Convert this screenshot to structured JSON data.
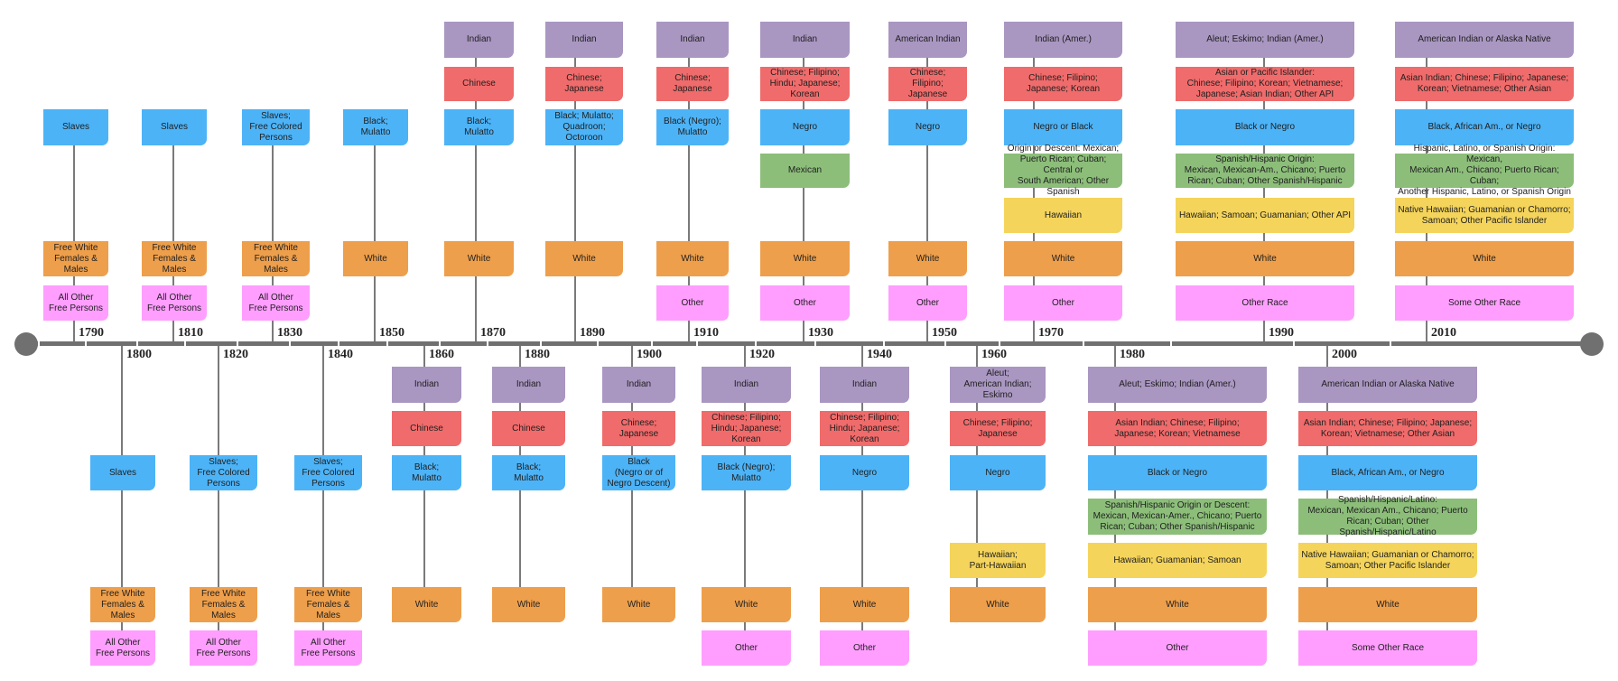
{
  "colors": {
    "indian": "#a996c1",
    "asian": "#f06b6b",
    "black": "#4db3f7",
    "hispanic": "#8cbe7a",
    "pacific": "#f4d45b",
    "white": "#ee9f4b",
    "other": "#ff9eff",
    "axis": "#707070"
  },
  "censuses": [
    {
      "year": "1790",
      "position": "above",
      "categories": [
        {
          "label": "Slaves",
          "group": "black"
        },
        {
          "label": "Free White\nFemales &\nMales",
          "group": "white"
        },
        {
          "label": "All Other\nFree Persons",
          "group": "other"
        }
      ]
    },
    {
      "year": "1800",
      "position": "below",
      "categories": [
        {
          "label": "Slaves",
          "group": "black"
        },
        {
          "label": "Free White\nFemales &\nMales",
          "group": "white"
        },
        {
          "label": "All Other\nFree Persons",
          "group": "other"
        }
      ]
    },
    {
      "year": "1810",
      "position": "above",
      "categories": [
        {
          "label": "Slaves",
          "group": "black"
        },
        {
          "label": "Free White\nFemales &\nMales",
          "group": "white"
        },
        {
          "label": "All Other\nFree Persons",
          "group": "other"
        }
      ]
    },
    {
      "year": "1820",
      "position": "below",
      "categories": [
        {
          "label": "Slaves;\nFree Colored\nPersons",
          "group": "black"
        },
        {
          "label": "Free White\nFemales &\nMales",
          "group": "white"
        },
        {
          "label": "All Other\nFree Persons",
          "group": "other"
        }
      ]
    },
    {
      "year": "1830",
      "position": "above",
      "categories": [
        {
          "label": "Slaves;\nFree Colored\nPersons",
          "group": "black"
        },
        {
          "label": "Free White\nFemales &\nMales",
          "group": "white"
        },
        {
          "label": "All Other\nFree Persons",
          "group": "other"
        }
      ]
    },
    {
      "year": "1840",
      "position": "below",
      "categories": [
        {
          "label": "Slaves;\nFree Colored\nPersons",
          "group": "black"
        },
        {
          "label": "Free White\nFemales &\nMales",
          "group": "white"
        },
        {
          "label": "All Other\nFree Persons",
          "group": "other"
        }
      ]
    },
    {
      "year": "1850",
      "position": "above",
      "categories": [
        {
          "label": "Black;\nMulatto",
          "group": "black"
        },
        {
          "label": "White",
          "group": "white"
        }
      ]
    },
    {
      "year": "1860",
      "position": "below",
      "categories": [
        {
          "label": "Indian",
          "group": "indian"
        },
        {
          "label": "Chinese",
          "group": "asian"
        },
        {
          "label": "Black;\nMulatto",
          "group": "black"
        },
        {
          "label": "White",
          "group": "white"
        }
      ]
    },
    {
      "year": "1870",
      "position": "above",
      "categories": [
        {
          "label": "Indian",
          "group": "indian"
        },
        {
          "label": "Chinese",
          "group": "asian"
        },
        {
          "label": "Black;\nMulatto",
          "group": "black"
        },
        {
          "label": "White",
          "group": "white"
        }
      ]
    },
    {
      "year": "1880",
      "position": "below",
      "categories": [
        {
          "label": "Indian",
          "group": "indian"
        },
        {
          "label": "Chinese",
          "group": "asian"
        },
        {
          "label": "Black;\nMulatto",
          "group": "black"
        },
        {
          "label": "White",
          "group": "white"
        }
      ]
    },
    {
      "year": "1890",
      "position": "above",
      "categories": [
        {
          "label": "Indian",
          "group": "indian"
        },
        {
          "label": "Chinese;\nJapanese",
          "group": "asian"
        },
        {
          "label": "Black; Mulatto;\nQuadroon;\nOctoroon",
          "group": "black"
        },
        {
          "label": "White",
          "group": "white"
        }
      ]
    },
    {
      "year": "1900",
      "position": "below",
      "categories": [
        {
          "label": "Indian",
          "group": "indian"
        },
        {
          "label": "Chinese;\nJapanese",
          "group": "asian"
        },
        {
          "label": "Black\n(Negro or of\nNegro Descent)",
          "group": "black"
        },
        {
          "label": "White",
          "group": "white"
        }
      ]
    },
    {
      "year": "1910",
      "position": "above",
      "categories": [
        {
          "label": "Indian",
          "group": "indian"
        },
        {
          "label": "Chinese;\nJapanese",
          "group": "asian"
        },
        {
          "label": "Black (Negro);\nMulatto",
          "group": "black"
        },
        {
          "label": "White",
          "group": "white"
        },
        {
          "label": "Other",
          "group": "other"
        }
      ]
    },
    {
      "year": "1920",
      "position": "below",
      "categories": [
        {
          "label": "Indian",
          "group": "indian"
        },
        {
          "label": "Chinese; Filipino;\nHindu; Japanese;\nKorean",
          "group": "asian"
        },
        {
          "label": "Black (Negro);\nMulatto",
          "group": "black"
        },
        {
          "label": "White",
          "group": "white"
        },
        {
          "label": "Other",
          "group": "other"
        }
      ]
    },
    {
      "year": "1930",
      "position": "above",
      "categories": [
        {
          "label": "Indian",
          "group": "indian"
        },
        {
          "label": "Chinese; Filipino;\nHindu; Japanese;\nKorean",
          "group": "asian"
        },
        {
          "label": "Negro",
          "group": "black"
        },
        {
          "label": "Mexican",
          "group": "hispanic"
        },
        {
          "label": "White",
          "group": "white"
        },
        {
          "label": "Other",
          "group": "other"
        }
      ]
    },
    {
      "year": "1940",
      "position": "below",
      "categories": [
        {
          "label": "Indian",
          "group": "indian"
        },
        {
          "label": "Chinese; Filipino;\nHindu; Japanese;\nKorean",
          "group": "asian"
        },
        {
          "label": "Negro",
          "group": "black"
        },
        {
          "label": "White",
          "group": "white"
        },
        {
          "label": "Other",
          "group": "other"
        }
      ]
    },
    {
      "year": "1950",
      "position": "above",
      "categories": [
        {
          "label": "American Indian",
          "group": "indian"
        },
        {
          "label": "Chinese;\nFilipino;\nJapanese",
          "group": "asian"
        },
        {
          "label": "Negro",
          "group": "black"
        },
        {
          "label": "White",
          "group": "white"
        },
        {
          "label": "Other",
          "group": "other"
        }
      ]
    },
    {
      "year": "1960",
      "position": "below",
      "categories": [
        {
          "label": "Aleut;\nAmerican Indian;\nEskimo",
          "group": "indian"
        },
        {
          "label": "Chinese; Filipino;\nJapanese",
          "group": "asian"
        },
        {
          "label": "Negro",
          "group": "black"
        },
        {
          "label": "Hawaiian;\nPart-Hawaiian",
          "group": "pacific"
        },
        {
          "label": "White",
          "group": "white"
        }
      ]
    },
    {
      "year": "1970",
      "position": "above",
      "categories": [
        {
          "label": "Indian (Amer.)",
          "group": "indian"
        },
        {
          "label": "Chinese; Filipino;\nJapanese; Korean",
          "group": "asian"
        },
        {
          "label": "Negro or Black",
          "group": "black"
        },
        {
          "label": "Origin or Descent: Mexican;\nPuerto Rican; Cuban; Central or\nSouth American; Other Spanish",
          "group": "hispanic"
        },
        {
          "label": "Hawaiian",
          "group": "pacific"
        },
        {
          "label": "White",
          "group": "white"
        },
        {
          "label": "Other",
          "group": "other"
        }
      ]
    },
    {
      "year": "1980",
      "position": "below",
      "categories": [
        {
          "label": "Aleut; Eskimo; Indian (Amer.)",
          "group": "indian"
        },
        {
          "label": "Asian Indian; Chinese; Filipino;\nJapanese; Korean; Vietnamese",
          "group": "asian"
        },
        {
          "label": "Black or Negro",
          "group": "black"
        },
        {
          "label": "Spanish/Hispanic Origin or Descent:\nMexican, Mexican-Amer., Chicano; Puerto\nRican; Cuban; Other Spanish/Hispanic",
          "group": "hispanic"
        },
        {
          "label": "Hawaiian; Guamanian; Samoan",
          "group": "pacific"
        },
        {
          "label": "White",
          "group": "white"
        },
        {
          "label": "Other",
          "group": "other"
        }
      ]
    },
    {
      "year": "1990",
      "position": "above",
      "categories": [
        {
          "label": "Aleut; Eskimo; Indian (Amer.)",
          "group": "indian"
        },
        {
          "label": "Asian or Pacific Islander:\nChinese; Filipino; Korean; Vietnamese;\nJapanese; Asian Indian; Other API",
          "group": "asian"
        },
        {
          "label": "Black or Negro",
          "group": "black"
        },
        {
          "label": "Spanish/Hispanic Origin:\nMexican, Mexican-Am., Chicano; Puerto\nRican; Cuban; Other Spanish/Hispanic",
          "group": "hispanic"
        },
        {
          "label": "Hawaiian; Samoan; Guamanian; Other API",
          "group": "pacific"
        },
        {
          "label": "White",
          "group": "white"
        },
        {
          "label": "Other Race",
          "group": "other"
        }
      ]
    },
    {
      "year": "2000",
      "position": "below",
      "categories": [
        {
          "label": "American Indian or Alaska Native",
          "group": "indian"
        },
        {
          "label": "Asian Indian; Chinese; Filipino; Japanese;\nKorean; Vietnamese; Other Asian",
          "group": "asian"
        },
        {
          "label": "Black, African Am., or Negro",
          "group": "black"
        },
        {
          "label": "Spanish/Hispanic/Latino:\nMexican, Mexican Am., Chicano; Puerto\nRican; Cuban; Other Spanish/Hispanic/Latino",
          "group": "hispanic"
        },
        {
          "label": "Native Hawaiian; Guamanian or Chamorro;\nSamoan; Other Pacific Islander",
          "group": "pacific"
        },
        {
          "label": "White",
          "group": "white"
        },
        {
          "label": "Some Other Race",
          "group": "other"
        }
      ]
    },
    {
      "year": "2010",
      "position": "above",
      "categories": [
        {
          "label": "American Indian or Alaska Native",
          "group": "indian"
        },
        {
          "label": "Asian Indian; Chinese; Filipino; Japanese;\nKorean; Vietnamese; Other Asian",
          "group": "asian"
        },
        {
          "label": "Black, African Am., or Negro",
          "group": "black"
        },
        {
          "label": "Hispanic, Latino, or Spanish Origin: Mexican,\nMexican Am., Chicano; Puerto Rican; Cuban;\nAnother Hispanic, Latino, or Spanish Origin",
          "group": "hispanic"
        },
        {
          "label": "Native Hawaiian; Guamanian or Chamorro;\nSamoan; Other Pacific Islander",
          "group": "pacific"
        },
        {
          "label": "White",
          "group": "white"
        },
        {
          "label": "Some Other Race",
          "group": "other"
        }
      ]
    }
  ]
}
